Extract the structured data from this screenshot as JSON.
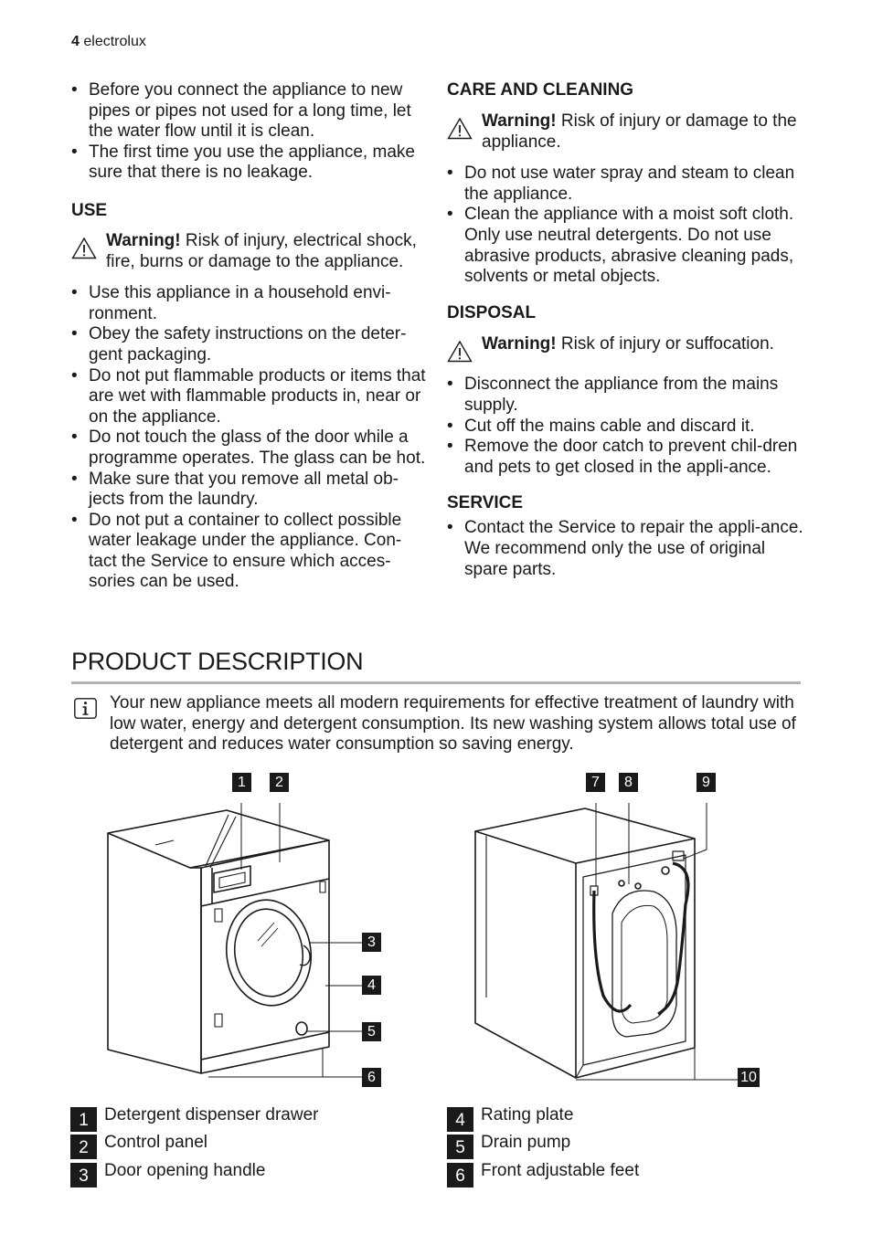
{
  "header": {
    "page_number": "4",
    "brand": "electrolux"
  },
  "left": {
    "intro_bullets": [
      "Before you connect the appliance to new pipes or pipes not used for a long time, let the water flow until it is clean.",
      "The first time you use the appliance, make sure that there is no leakage."
    ],
    "use": {
      "title": "USE",
      "warning_label": "Warning!",
      "warning_text": " Risk of injury, electrical shock, fire, burns or damage to the appliance.",
      "bullets": [
        "Use this appliance in a household envi-ronment.",
        "Obey the safety instructions on the deter-gent packaging.",
        "Do not put flammable products or items that are wet with flammable products in, near or on the appliance.",
        "Do not touch the glass of the door while a programme operates. The glass can be hot.",
        "Make sure that you remove all metal ob-jects from the laundry.",
        "Do not put a container to collect possible water leakage under the appliance. Con-tact the Service to ensure which acces-sories can be used."
      ]
    }
  },
  "right": {
    "care": {
      "title": "CARE AND CLEANING",
      "warning_label": "Warning!",
      "warning_text": " Risk of injury or damage to the appliance.",
      "bullets": [
        "Do not use water spray and steam to clean the appliance.",
        "Clean the appliance with a moist soft cloth. Only use neutral detergents. Do not use abrasive products, abrasive cleaning pads, solvents or metal objects."
      ]
    },
    "disposal": {
      "title": "DISPOSAL",
      "warning_label": "Warning!",
      "warning_text": " Risk of injury or suffocation.",
      "bullets": [
        "Disconnect the appliance from the mains supply.",
        "Cut off the mains cable and discard it.",
        "Remove the door catch to prevent chil-dren and pets to get closed in the appli-ance."
      ]
    },
    "service": {
      "title": "SERVICE",
      "bullets": [
        "Contact the Service to repair the appli-ance. We recommend only the use of original spare parts."
      ]
    }
  },
  "product": {
    "title": "PRODUCT DESCRIPTION",
    "info_text": "Your new appliance meets all modern requirements for effective treatment of laundry with low water, energy and detergent consumption. Its new washing system allows total use of detergent and reduces water consumption so saving energy.",
    "callouts": [
      "1",
      "2",
      "3",
      "4",
      "5",
      "6",
      "7",
      "8",
      "9",
      "10"
    ],
    "legend_left": [
      {
        "num": "1",
        "label": "Detergent dispenser drawer"
      },
      {
        "num": "2",
        "label": "Control panel"
      },
      {
        "num": "3",
        "label": "Door opening handle"
      }
    ],
    "legend_right": [
      {
        "num": "4",
        "label": "Rating plate"
      },
      {
        "num": "5",
        "label": "Drain pump"
      },
      {
        "num": "6",
        "label": "Front adjustable feet"
      }
    ]
  }
}
